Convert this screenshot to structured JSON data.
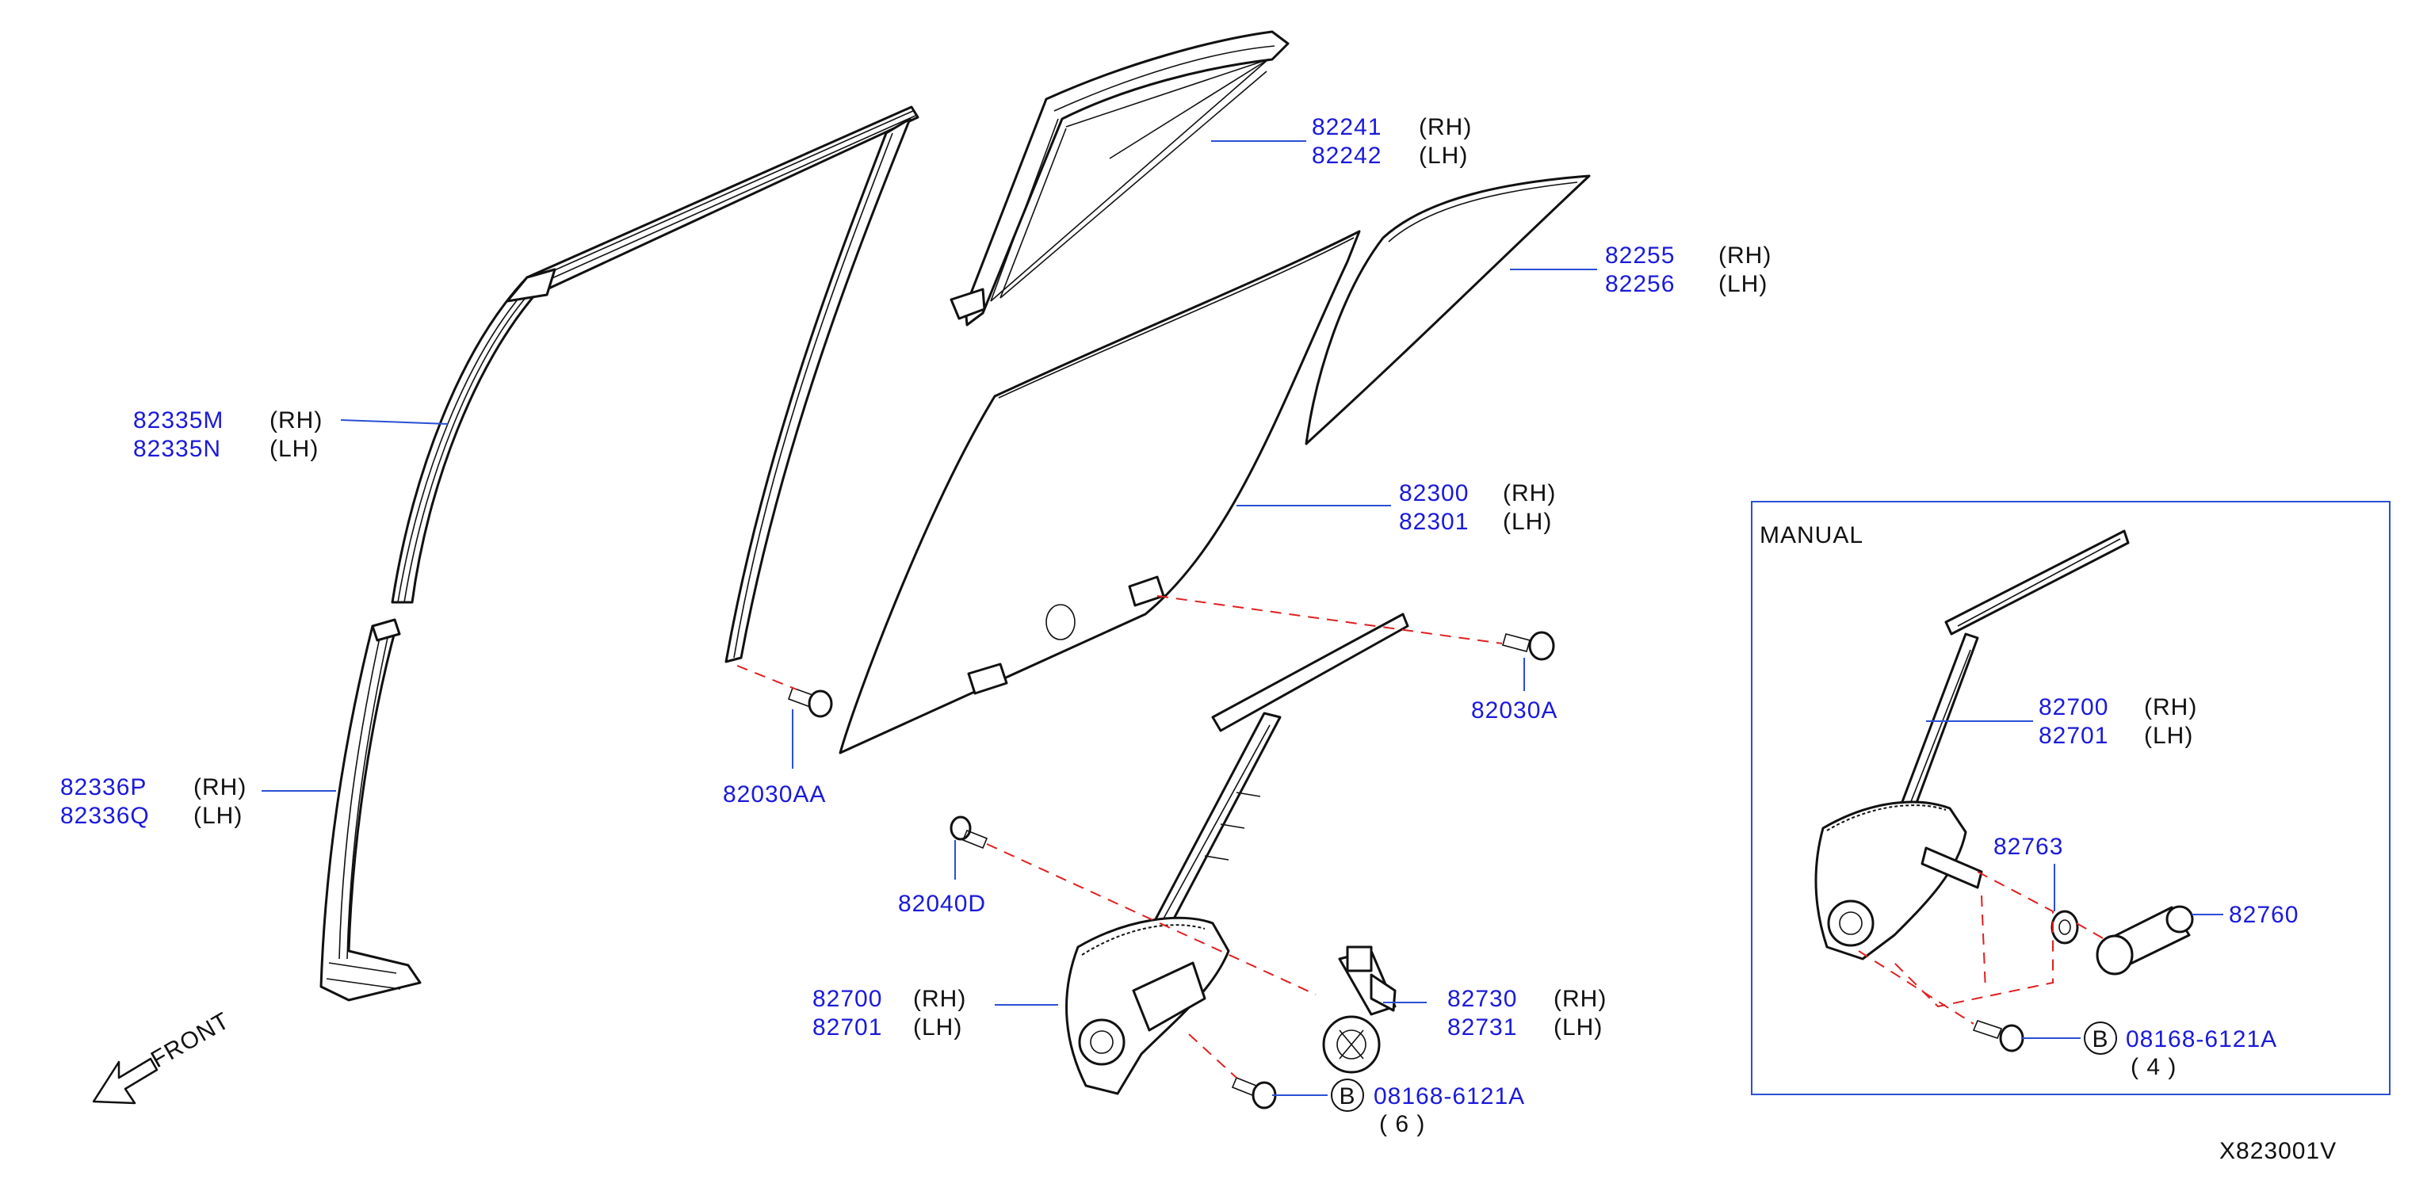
{
  "callouts": {
    "outer_sash": {
      "parts": [
        "82335M",
        "82335N"
      ],
      "sides": [
        "(RH)",
        "(LH)"
      ]
    },
    "lower_sash": {
      "parts": [
        "82336P",
        "82336Q"
      ],
      "sides": [
        "(RH)",
        "(LH)"
      ]
    },
    "partition_sash": {
      "parts": [
        "82241",
        "82242"
      ],
      "sides": [
        "(RH)",
        "(LH)"
      ]
    },
    "corner_glass": {
      "parts": [
        "82255",
        "82256"
      ],
      "sides": [
        "(RH)",
        "(LH)"
      ]
    },
    "door_glass": {
      "parts": [
        "82300",
        "82301"
      ],
      "sides": [
        "(RH)",
        "(LH)"
      ]
    },
    "regulator_power": {
      "parts": [
        "82700",
        "82701"
      ],
      "sides": [
        "(RH)",
        "(LH)"
      ]
    },
    "motor": {
      "parts": [
        "82730",
        "82731"
      ],
      "sides": [
        "(RH)",
        "(LH)"
      ]
    },
    "regulator_manual": {
      "parts": [
        "82700",
        "82701"
      ],
      "sides": [
        "(RH)",
        "(LH)"
      ]
    },
    "bolt_aa": "82030AA",
    "bolt_a": "82030A",
    "bolt_d": "82040D",
    "washer": "82763",
    "handle": "82760",
    "bolt_b_main": {
      "marker": "B",
      "part": "08168-6121A",
      "qty": "( 6 )"
    },
    "bolt_b_manual": {
      "marker": "B",
      "part": "08168-6121A",
      "qty": "( 4 )"
    }
  },
  "inset": {
    "label": "MANUAL"
  },
  "front_label": "FRONT",
  "figure_code": "X823001V"
}
